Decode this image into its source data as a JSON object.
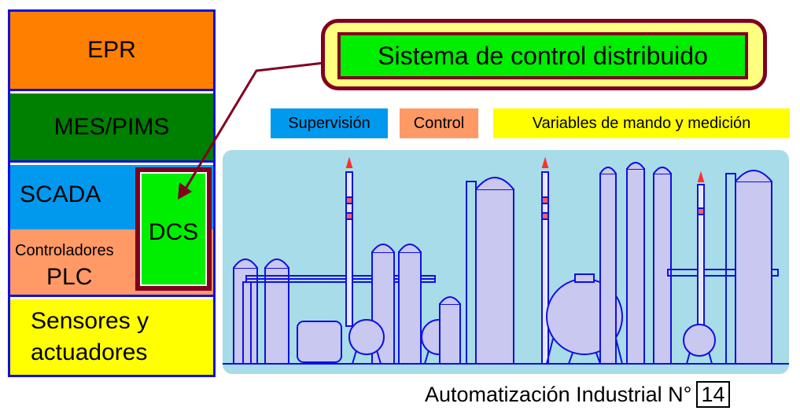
{
  "pyramid": {
    "epr": "EPR",
    "mes": "MES/PIMS",
    "scada": "SCADA",
    "plc_line1": "Controladores",
    "plc_line2": "PLC",
    "sensors_line1": "Sensores y",
    "sensors_line2": "actuadores",
    "dcs": "DCS"
  },
  "title": "Sistema de control distribuido",
  "legend": {
    "supervision": "Supervisión",
    "control": "Control",
    "variables": "Variables de mando y medición"
  },
  "footer": {
    "text": "Automatización Industrial N°",
    "page_number": "14"
  },
  "colors": {
    "epr": "#ff7f00",
    "mes": "#008000",
    "scada": "#0099ee",
    "plc": "#ff9966",
    "sensors": "#ffff00",
    "dcs": "#00ee00",
    "frame": "#1010e0",
    "accent": "#800020",
    "plant_bg": "#a8dce8"
  },
  "icons": {
    "plant": "refinery-illustration",
    "arrow": "pointer-arrow"
  }
}
